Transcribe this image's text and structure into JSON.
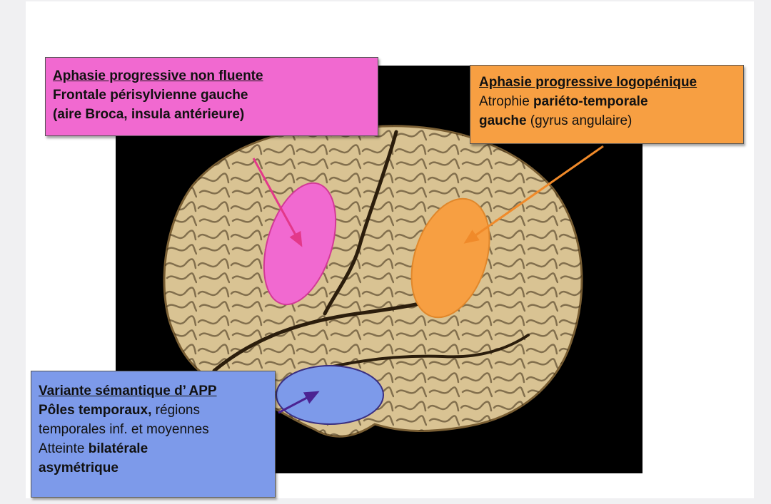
{
  "colors": {
    "pink": "#f169d0",
    "orange": "#f79f42",
    "blue": "#7d9aea",
    "brain": "#d9c393",
    "background": "#000000"
  },
  "boxes": {
    "pink": {
      "title": "Aphasie progressive non fluente",
      "line1": "Frontale périsylvienne gauche",
      "line2": "(aire Broca, insula antérieure)"
    },
    "orange": {
      "title": "Aphasie progressive logopénique",
      "line1_a": "Atrophie ",
      "line1_b": "pariéto-temporale",
      "line2_a": "gauche",
      "line2_b": " (gyrus angulaire)"
    },
    "blue": {
      "title": "Variante sémantique d’ APP",
      "line1_a": "Pôles temporaux,",
      "line1_b": " régions",
      "line2": "temporales inf. et moyennes",
      "line3_a": "Atteinte ",
      "line3_b": "bilatérale",
      "line4": "asymétrique"
    }
  }
}
